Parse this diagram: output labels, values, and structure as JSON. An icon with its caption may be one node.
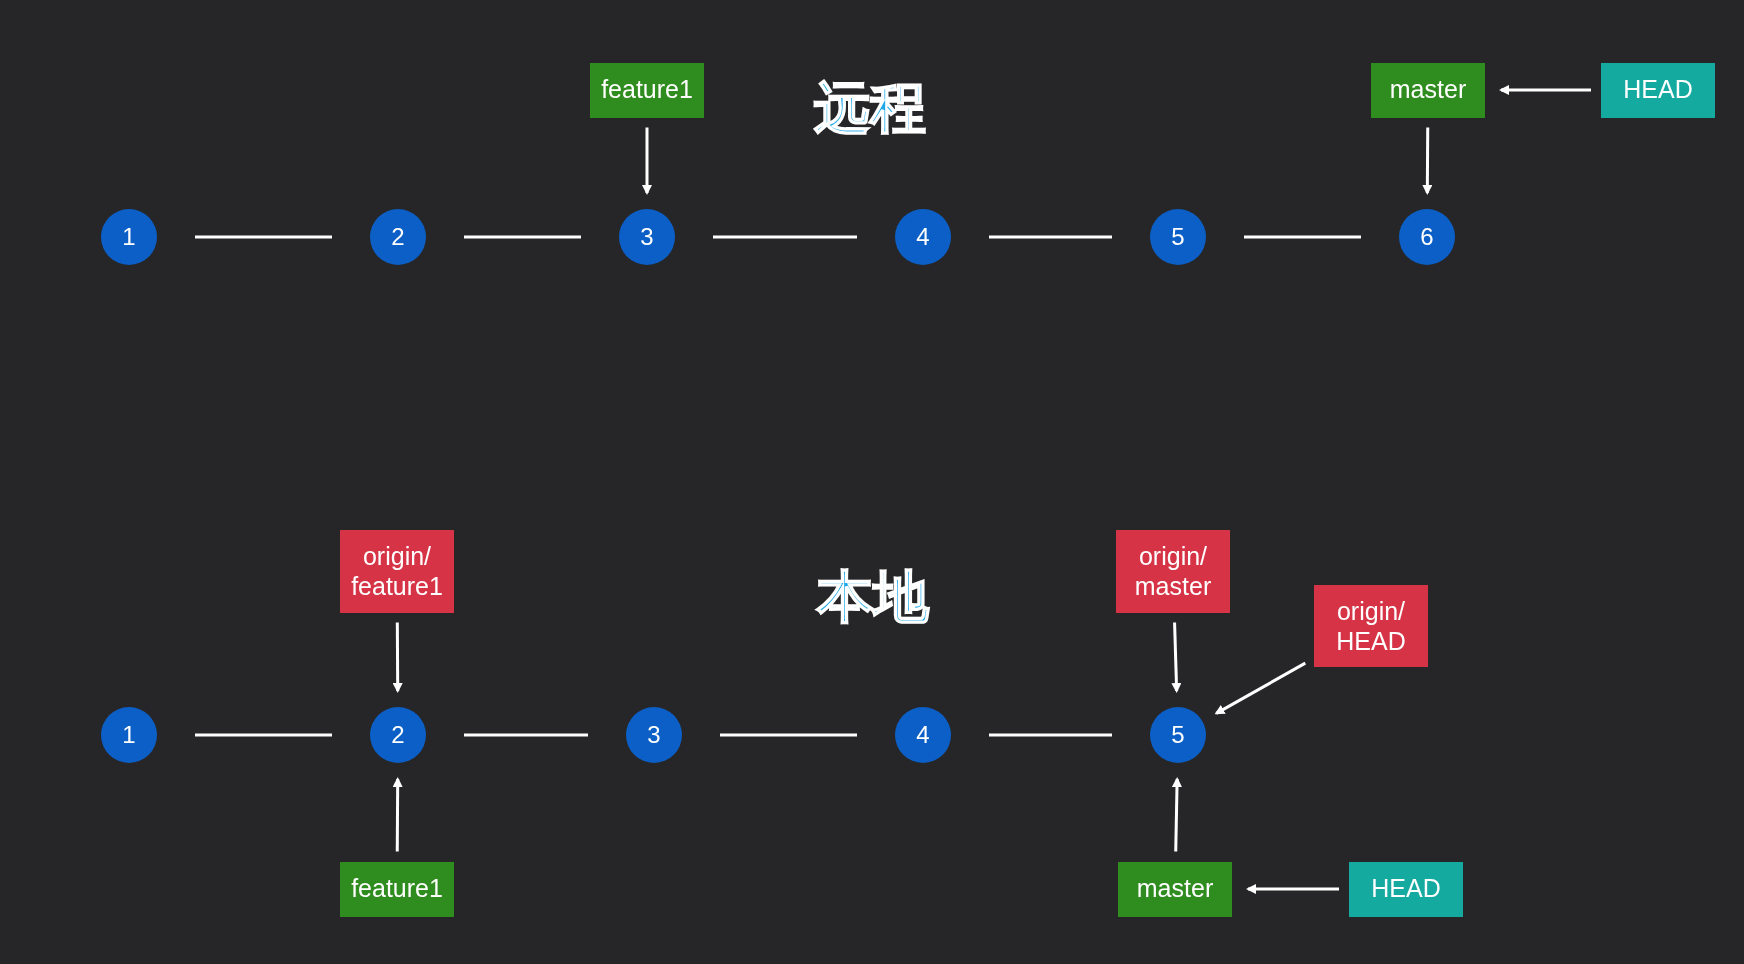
{
  "diagram": {
    "nodes": [
      {
        "text": [
          "feature1"
        ]
      },
      {
        "text": [
          "master"
        ]
      },
      {
        "text": [
          "HEAD"
        ]
      },
      {
        "text": [
          "1"
        ]
      },
      {
        "text": [
          "2"
        ]
      },
      {
        "text": [
          "3"
        ]
      },
      {
        "text": [
          "4"
        ]
      },
      {
        "text": [
          "5"
        ]
      },
      {
        "text": [
          "6"
        ]
      },
      {
        "text": [
          "origin/ feature1"
        ]
      },
      {
        "text": [
          "origin/ master"
        ]
      },
      {
        "text": [
          "origin/ HEAD"
        ]
      },
      {
        "text": [
          "1"
        ]
      },
      {
        "text": [
          "2"
        ]
      },
      {
        "text": [
          "3"
        ]
      },
      {
        "text": [
          "4"
        ]
      },
      {
        "text": [
          "5"
        ]
      },
      {
        "text": [
          "feature1"
        ]
      },
      {
        "text": [
          "master"
        ]
      },
      {
        "text": [
          "HEAD"
        ]
      }
    ],
    "edges": [
      {
        "from": 3,
        "to": 4,
        "arrow": "none"
      },
      {
        "from": 4,
        "to": 5,
        "arrow": "none"
      },
      {
        "from": 5,
        "to": 6,
        "arrow": "none"
      },
      {
        "from": 6,
        "to": 7,
        "arrow": "none"
      },
      {
        "from": 7,
        "to": 8,
        "arrow": "none"
      },
      {
        "from": 0,
        "to": 5,
        "arrow": "to"
      },
      {
        "from": 1,
        "to": 8,
        "arrow": "to"
      },
      {
        "from": 2,
        "to": 1,
        "arrow": "to"
      },
      {
        "from": 12,
        "to": 13,
        "arrow": "none"
      },
      {
        "from": 13,
        "to": 14,
        "arrow": "none"
      },
      {
        "from": 14,
        "to": 15,
        "arrow": "none"
      },
      {
        "from": 15,
        "to": 16,
        "arrow": "none"
      },
      {
        "from": 9,
        "to": 13,
        "arrow": "to"
      },
      {
        "from": 10,
        "to": 16,
        "arrow": "to"
      },
      {
        "from": 11,
        "to": 16,
        "arrow": "to"
      },
      {
        "from": 17,
        "to": 13,
        "arrow": "to"
      },
      {
        "from": 18,
        "to": 16,
        "arrow": "to"
      },
      {
        "from": 19,
        "to": 18,
        "arrow": "to"
      }
    ],
    "labels": [
      "远程",
      "本地"
    ]
  }
}
